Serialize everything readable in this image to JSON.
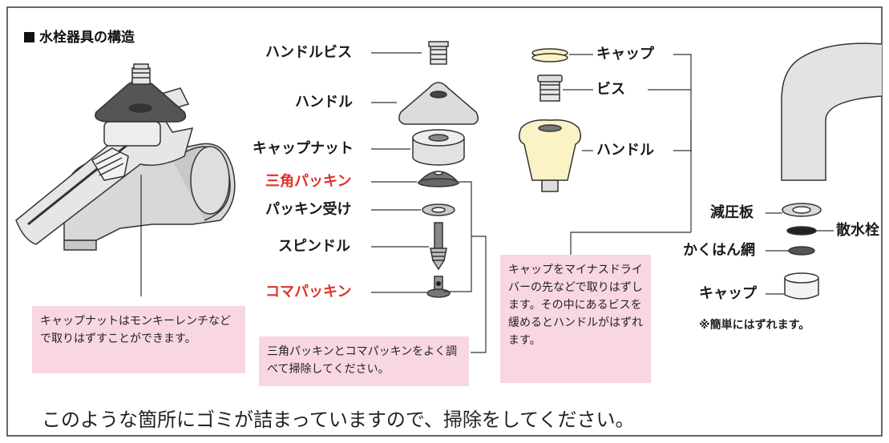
{
  "title": "水栓器具の構造",
  "left_parts": {
    "handle_screw": "ハンドルビス",
    "handle": "ハンドル",
    "cap_nut": "キャップナット",
    "triangle_packing": "三角パッキン",
    "packing_seat": "パッキン受け",
    "spindle": "スピンドル",
    "top_packing": "コマパッキン"
  },
  "middle_parts": {
    "cap": "キャップ",
    "screw": "ビス",
    "handle": "ハンドル"
  },
  "right_parts": {
    "pressure_plate": "減圧板",
    "aerator": "散水栓",
    "mesh": "かくはん網",
    "cap": "キャップ",
    "note": "※簡単にはずれます。"
  },
  "notes": {
    "wrench": "キャップナットはモンキーレンチなどで取りはずすことができます。",
    "packing": "三角パッキンとコマパッキンをよく調べて掃除してください。",
    "cap": "キャップをマイナスドライバーの先などで取りはずします。その中にあるビスを緩めるとハンドルがはずれます。"
  },
  "caption": "このような箇所にゴミが詰まっていますので、掃除をしてください。",
  "colors": {
    "red": "#e0312a",
    "pink": "#f9d6e4",
    "cream": "#fbf2c6"
  }
}
